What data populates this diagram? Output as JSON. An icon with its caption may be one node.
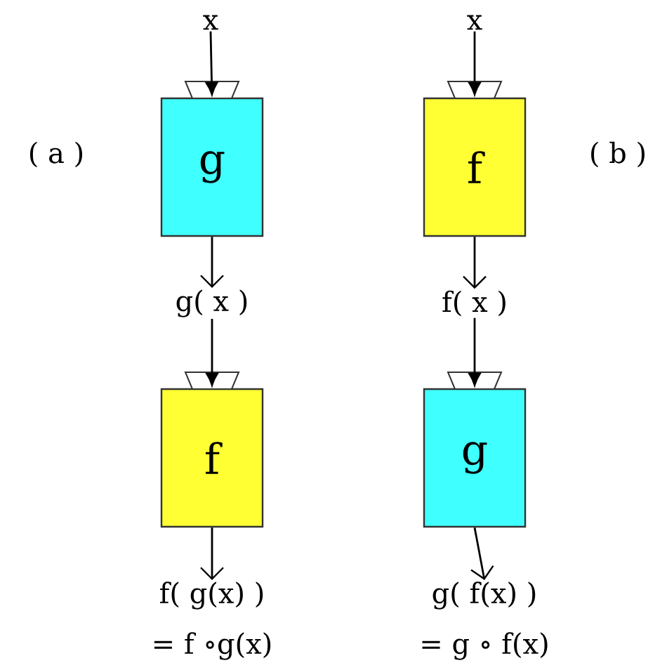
{
  "diagram": {
    "nodes": [
      {
        "text": [
          "x"
        ]
      },
      {
        "text": [
          "g"
        ]
      },
      {
        "text": [
          "g( x )"
        ]
      },
      {
        "text": [
          "f"
        ]
      },
      {
        "text": [
          "f(  g(x)  )",
          "= f ∘g(x)"
        ]
      },
      {
        "text": [
          "x"
        ]
      },
      {
        "text": [
          "f"
        ]
      },
      {
        "text": [
          "f( x )"
        ]
      },
      {
        "text": [
          "g"
        ]
      },
      {
        "text": [
          "g(  f(x)  )",
          "= g ∘ f(x)"
        ]
      }
    ],
    "edges": [
      {
        "from": 0,
        "to": 1,
        "arrow": "to"
      },
      {
        "from": 1,
        "to": 2,
        "arrow": "to"
      },
      {
        "from": 2,
        "to": 3,
        "arrow": "to"
      },
      {
        "from": 3,
        "to": 4,
        "arrow": "to"
      },
      {
        "from": 5,
        "to": 6,
        "arrow": "to"
      },
      {
        "from": 6,
        "to": 7,
        "arrow": "to"
      },
      {
        "from": 7,
        "to": 8,
        "arrow": "to"
      },
      {
        "from": 8,
        "to": 9,
        "arrow": "to"
      }
    ],
    "labels": [
      "( a )",
      "( b )"
    ]
  }
}
